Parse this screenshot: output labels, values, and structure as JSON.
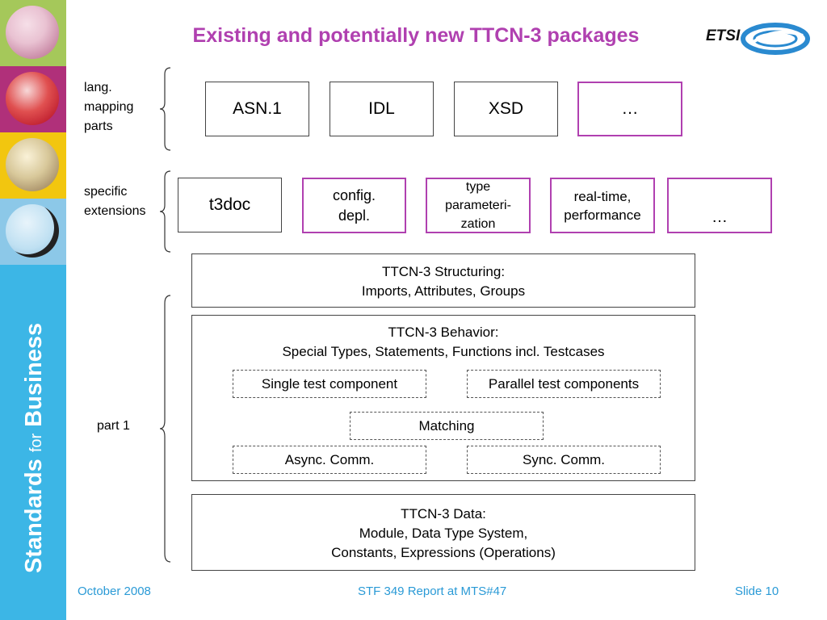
{
  "title": "Existing and potentially new TTCN-3 packages",
  "logo": {
    "text": "ETSI"
  },
  "sidebar": {
    "brand_words": [
      "Standards",
      "for",
      "Business"
    ],
    "colors": {
      "background": "#3cb6e6",
      "tile1": "#a5c85a",
      "tile2": "#b0307a",
      "tile3": "#f2c60f",
      "tile4": "#8cc8e8"
    }
  },
  "groups": {
    "lang_mapping": {
      "label_lines": [
        "lang.",
        "mapping",
        "parts"
      ],
      "boxes": [
        "ASN.1",
        "IDL",
        "XSD",
        "…"
      ]
    },
    "specific_extensions": {
      "label_lines": [
        "specific",
        "extensions"
      ],
      "boxes": [
        {
          "lines": [
            "t3doc"
          ]
        },
        {
          "lines": [
            "config.",
            "depl."
          ]
        },
        {
          "lines": [
            "type",
            "parameteri-",
            "zation"
          ]
        },
        {
          "lines": [
            "real-time,",
            "performance"
          ]
        },
        {
          "lines": [
            "…"
          ]
        }
      ]
    },
    "part1": {
      "label": "part 1"
    }
  },
  "structuring": {
    "lines": [
      "TTCN-3 Structuring:",
      "Imports, Attributes, Groups"
    ]
  },
  "behavior": {
    "lines": [
      "TTCN-3 Behavior:",
      "Special Types, Statements, Functions incl. Testcases"
    ],
    "sub": [
      "Single test component",
      "Parallel test components",
      "Matching",
      "Async. Comm.",
      "Sync. Comm."
    ]
  },
  "data_panel": {
    "lines": [
      "TTCN-3 Data:",
      "Module, Data Type System,",
      "Constants, Expressions (Operations)"
    ]
  },
  "footer": {
    "date": "October 2008",
    "center": "STF 349 Report at MTS#47",
    "slide": "Slide 10"
  },
  "colors": {
    "title": "#b040b0",
    "accent_border": "#b040b0",
    "footer_text": "#2a9ad6"
  }
}
